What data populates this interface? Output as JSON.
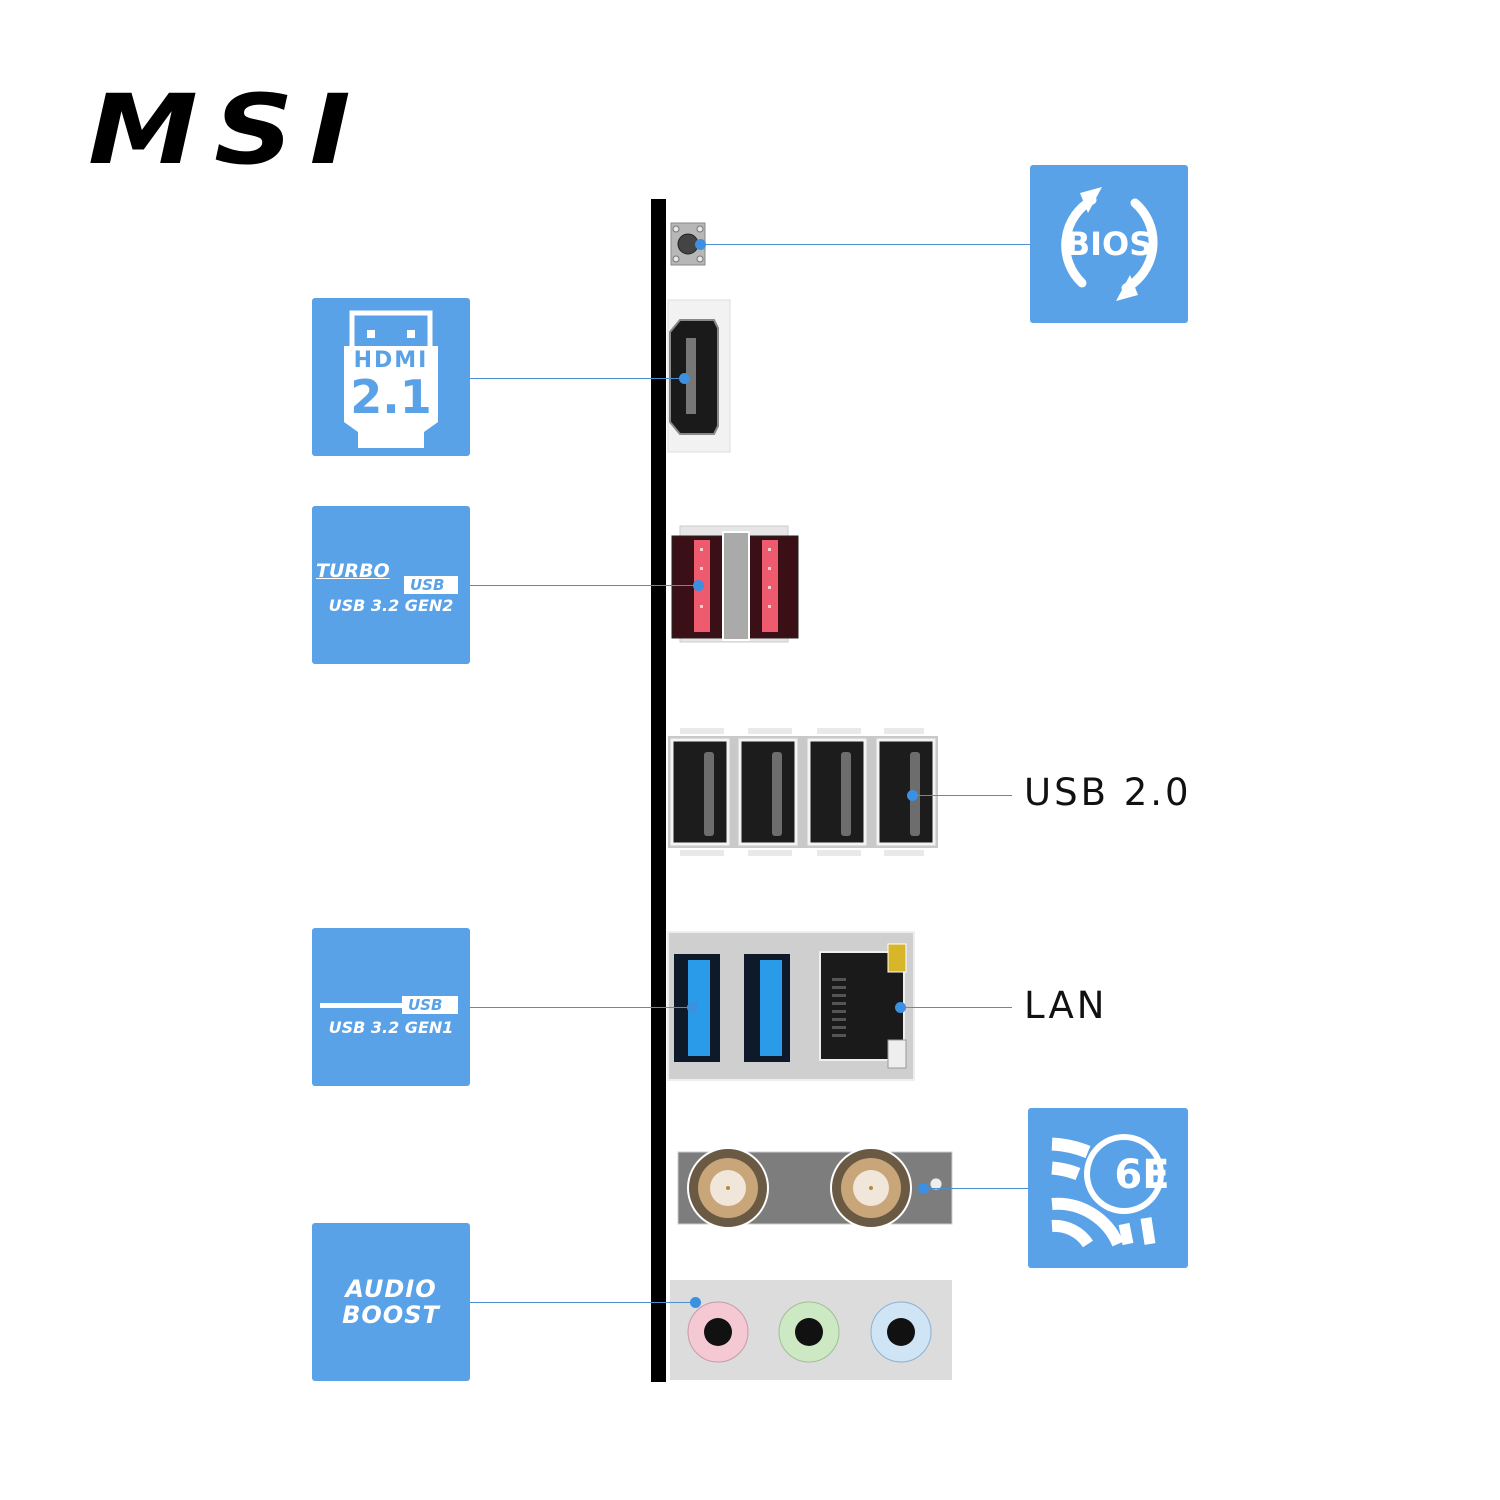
{
  "brand": {
    "logo_text": "MSI"
  },
  "badges": {
    "bios": {
      "text": "BIOS",
      "icon": "refresh-arrows-icon",
      "color": "#59a2e8"
    },
    "hdmi": {
      "line1": "HDMI",
      "line2": "2.1",
      "icon": "hdmi-plug-icon",
      "color": "#59a2e8"
    },
    "usb_gen2": {
      "line1": "TURBO",
      "tag": "USB",
      "line2": "USB 3.2 GEN2",
      "color": "#59a2e8"
    },
    "usb_gen1": {
      "tag": "USB",
      "line2": "USB 3.2 GEN1",
      "color": "#59a2e8"
    },
    "audio": {
      "line1": "AUDIO",
      "line2": "BOOST",
      "color": "#59a2e8"
    },
    "wifi": {
      "text": "6E",
      "icon": "wifi-signal-icon",
      "color": "#59a2e8"
    }
  },
  "labels": {
    "usb20": "USB 2.0",
    "lan": "LAN"
  },
  "ports": [
    {
      "name": "BIOS Flashback button",
      "callout": "bios"
    },
    {
      "name": "HDMI port",
      "callout": "hdmi"
    },
    {
      "name": "USB 3.2 Gen2 ports (red)",
      "count": 2,
      "callout": "usb_gen2"
    },
    {
      "name": "USB 2.0 ports",
      "count": 4,
      "callout": "usb20"
    },
    {
      "name": "USB 3.2 Gen1 ports (blue)",
      "count": 2,
      "callout": "usb_gen1"
    },
    {
      "name": "LAN port",
      "callout": "lan"
    },
    {
      "name": "Wi-Fi antenna connectors",
      "count": 2,
      "callout": "wifi"
    },
    {
      "name": "Audio jacks",
      "count": 3,
      "colors": [
        "#f4c9d4",
        "#cde9c4",
        "#cfe4f4"
      ],
      "callout": "audio"
    }
  ],
  "colors": {
    "accent_blue": "#59a2e8",
    "leader_line": "#4d8fd0",
    "usb_gen2_red": "#ee5a6e",
    "usb_gen1_blue": "#2a9be8",
    "bar_black": "#000000"
  }
}
